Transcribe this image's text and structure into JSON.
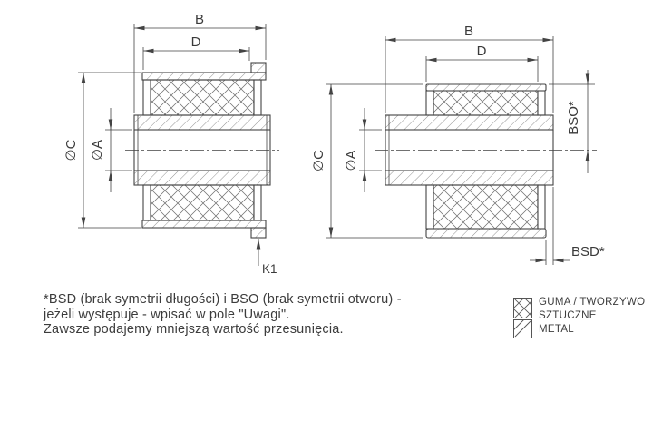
{
  "drawing": {
    "left_view": {
      "labels": {
        "b": "B",
        "d": "D",
        "dia_c": "∅C",
        "dia_a": "∅A",
        "k1": "K1"
      }
    },
    "right_view": {
      "labels": {
        "b": "B",
        "d": "D",
        "dia_c": "∅C",
        "dia_a": "∅A",
        "bso": "BSO*",
        "bsd": "BSD*"
      }
    }
  },
  "note": {
    "line1": "*BSD (brak symetrii długości) i BSO (brak symetrii otworu) -",
    "line2": "jeżeli występuje - wpisać w pole \"Uwagi\".",
    "line3": "Zawsze podajemy mniejszą wartość przesunięcia."
  },
  "legend": {
    "rubber_label_line1": "GUMA / TWORZYWO",
    "rubber_label_line2": "SZTUCZNE",
    "metal_label": "METAL"
  },
  "colors": {
    "line": "#434343",
    "hatch": "#6e6e6e",
    "text": "#3a3a3a",
    "background": "#ffffff"
  }
}
